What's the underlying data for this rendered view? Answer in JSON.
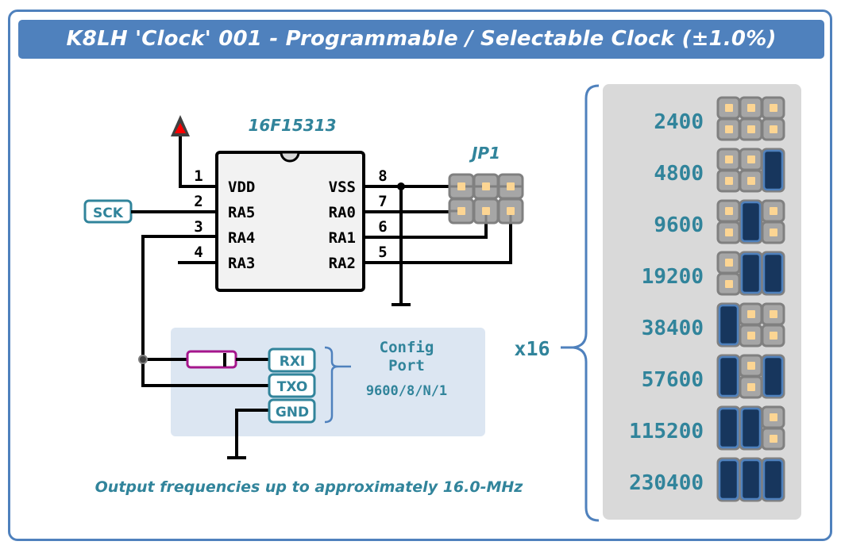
{
  "title": "K8LH 'Clock' 001 - Programmable / Selectable Clock (±1.0%)",
  "colors": {
    "accent": "#4f81bd",
    "teal_text": "#31849b",
    "chip_fill": "#f2f2f2",
    "jumper_gray": "#a6a6a6",
    "jumper_pin": "#fcd593",
    "shunt": "#17365d",
    "config_bg": "#dce6f2",
    "resistor": "#a5168c",
    "vdd_arrow": "#ff0000",
    "panel_bg": "#d9d9d9"
  },
  "chip": {
    "part_number": "16F15313",
    "left_pins": [
      {
        "num": "1",
        "name": "VDD"
      },
      {
        "num": "2",
        "name": "RA5"
      },
      {
        "num": "3",
        "name": "RA4"
      },
      {
        "num": "4",
        "name": "RA3"
      }
    ],
    "right_pins": [
      {
        "num": "8",
        "name": "VSS"
      },
      {
        "num": "7",
        "name": "RA0"
      },
      {
        "num": "6",
        "name": "RA1"
      },
      {
        "num": "5",
        "name": "RA2"
      }
    ]
  },
  "sck_label": "SCK",
  "jumper_label": "JP1",
  "config_port": {
    "pins": [
      "RXI",
      "TXO",
      "GND"
    ],
    "title_line1": "Config",
    "title_line2": "Port",
    "settings": "9600/8/N/1"
  },
  "footer_note": "Output frequencies up to approximately 16.0-MHz",
  "multiplier_label": "x16",
  "baud_table": [
    {
      "baud": "2400",
      "shunts": [
        false,
        false,
        false
      ]
    },
    {
      "baud": "4800",
      "shunts": [
        false,
        false,
        true
      ]
    },
    {
      "baud": "9600",
      "shunts": [
        false,
        true,
        false
      ]
    },
    {
      "baud": "19200",
      "shunts": [
        false,
        true,
        true
      ]
    },
    {
      "baud": "38400",
      "shunts": [
        true,
        false,
        false
      ]
    },
    {
      "baud": "57600",
      "shunts": [
        true,
        false,
        true
      ]
    },
    {
      "baud": "115200",
      "shunts": [
        true,
        true,
        false
      ]
    },
    {
      "baud": "230400",
      "shunts": [
        true,
        true,
        true
      ]
    }
  ]
}
